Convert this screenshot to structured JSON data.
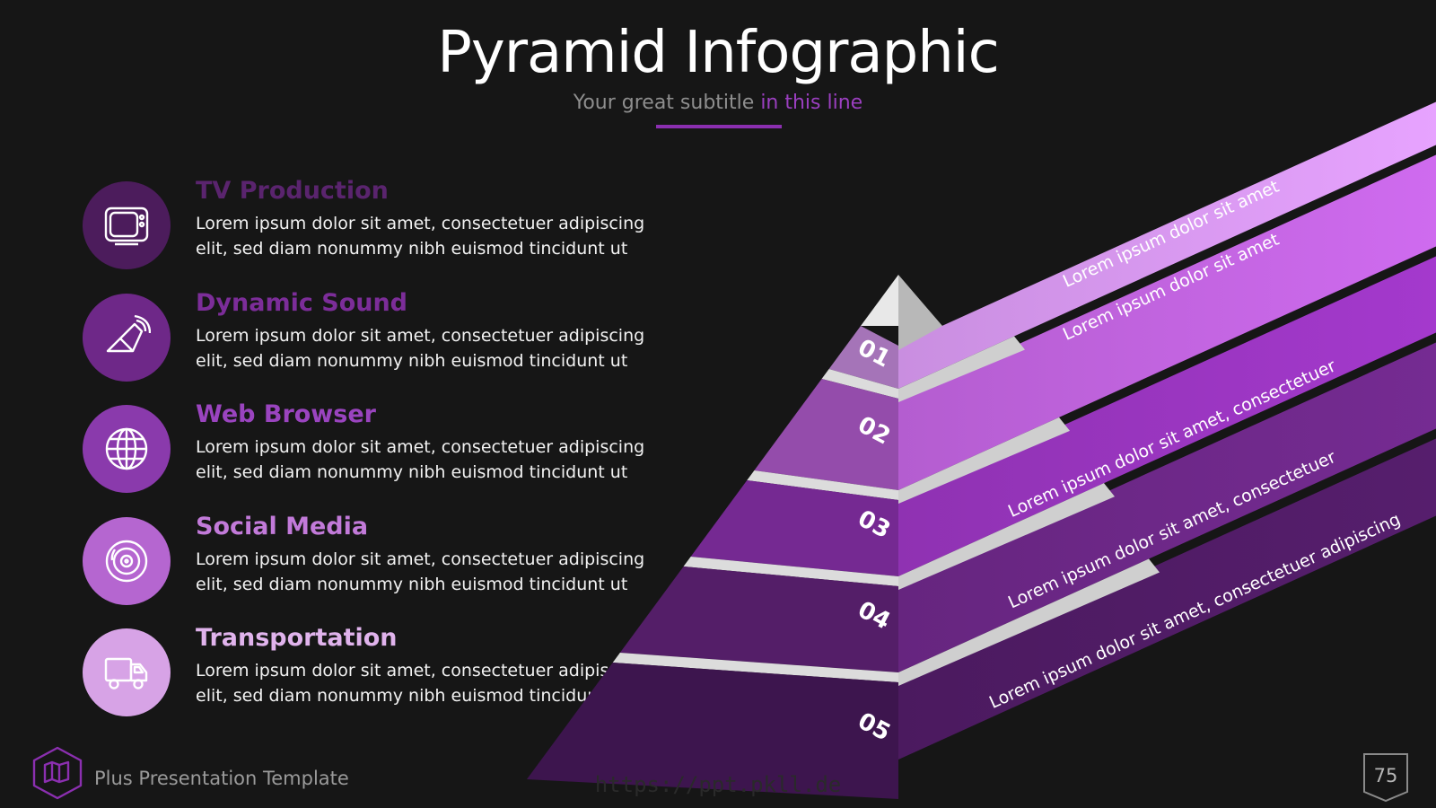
{
  "header": {
    "title": "Pyramid Infographic",
    "subtitle_plain": "Your great subtitle",
    "subtitle_accent": "in this line"
  },
  "items": [
    {
      "heading": "TV Production",
      "text": "Lorem ipsum dolor sit amet, consectetuer adipiscing elit, sed diam nonummy nibh euismod tincidunt ut",
      "icon": "tv-icon",
      "color": "#4c1c5c",
      "heading_color": "#5a246e"
    },
    {
      "heading": "Dynamic Sound",
      "text": "Lorem ipsum dolor sit amet, consectetuer adipiscing elit, sed diam nonummy nibh euismod tincidunt ut",
      "icon": "speaker-icon",
      "color": "#6e2888",
      "heading_color": "#7c2d99"
    },
    {
      "heading": "Web Browser",
      "text": "Lorem ipsum dolor sit amet, consectetuer adipiscing elit, sed diam nonummy nibh euismod tincidunt ut",
      "icon": "globe-icon",
      "color": "#8a3aac",
      "heading_color": "#9a44bf"
    },
    {
      "heading": "Social Media",
      "text": "Lorem ipsum dolor sit amet, consectetuer adipiscing elit, sed diam nonummy nibh euismod tincidunt ut",
      "icon": "vinyl-icon",
      "color": "#b566d0",
      "heading_color": "#c27ad9"
    },
    {
      "heading": "Transportation",
      "text": "Lorem ipsum dolor sit amet, consectetuer adipiscing elit, sed diam nonummy nibh euismod tincidunt ut",
      "icon": "truck-icon",
      "color": "#d7a3e6",
      "heading_color": "#e0b3ec"
    }
  ],
  "pyramid": {
    "levels": [
      {
        "number": "01",
        "label": "Lorem ipsum dolor sit amet",
        "color": "#c98ee0"
      },
      {
        "number": "02",
        "label": "Lorem ipsum dolor sit amet",
        "color": "#b45dd0"
      },
      {
        "number": "03",
        "label": "Lorem ipsum dolor sit amet, consectetuer",
        "color": "#8f32b2"
      },
      {
        "number": "04",
        "label": "Lorem ipsum dolor sit amet, consectetuer",
        "color": "#66257f"
      },
      {
        "number": "05",
        "label": "Lorem ipsum dolor sit amet, consectetuer adipiscing",
        "color": "#4b1a5f"
      }
    ],
    "tip_color": "#e8e8e8"
  },
  "footer": {
    "brand": "Plus Presentation Template",
    "watermark": "https://ppt.pkll.de",
    "page_number": "75",
    "logo_icon": "map-icon",
    "accent": "#8b2fb0"
  }
}
